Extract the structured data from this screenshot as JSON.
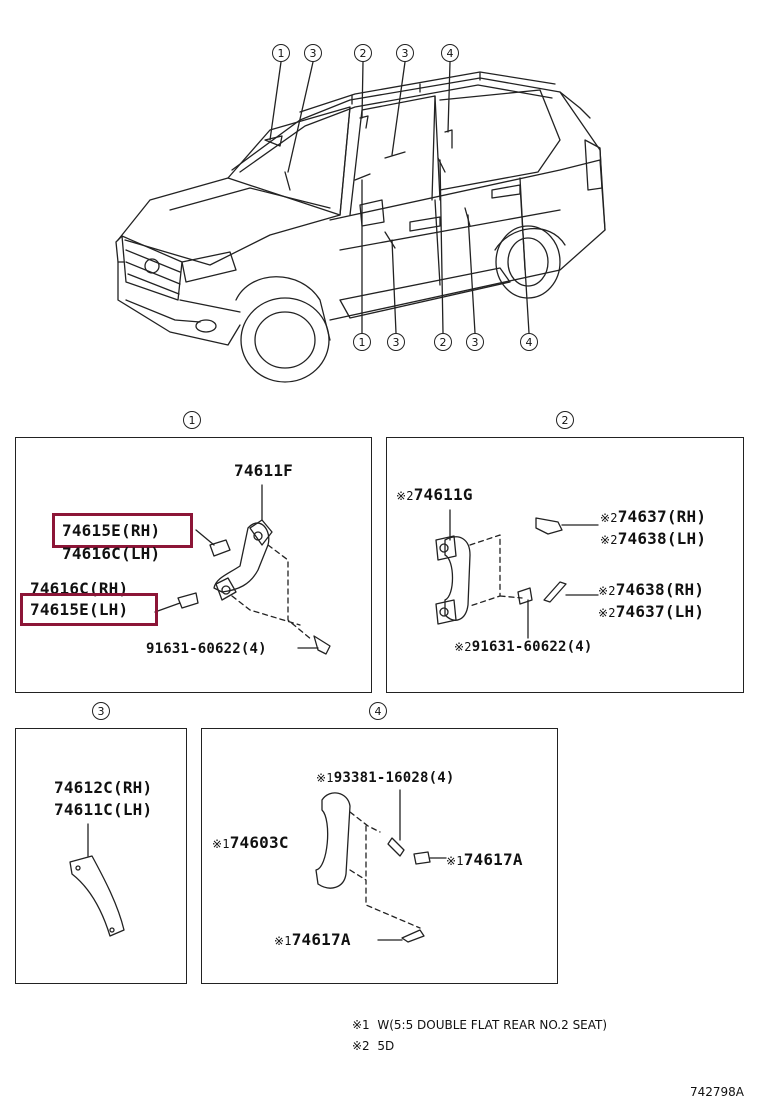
{
  "callouts": [
    "1",
    "3",
    "2",
    "3",
    "4",
    "1",
    "3",
    "2",
    "3",
    "4"
  ],
  "sections": [
    {
      "id": "1",
      "labels": [
        "74611F",
        "74615E(RH)",
        "74616C(LH)",
        "74616C(RH)",
        "74615E(LH)",
        "91631-60622(4)"
      ]
    },
    {
      "id": "2",
      "labels": [
        "74611G",
        "74637(RH)",
        "74638(LH)",
        "74638(RH)",
        "74637(LH)",
        "91631-60622(4)"
      ]
    },
    {
      "id": "3",
      "labels": [
        "74612C(RH)",
        "74611C(LH)"
      ]
    },
    {
      "id": "4",
      "labels": [
        "93381-16028(4)",
        "74603C",
        "74617A",
        "74617A"
      ]
    }
  ],
  "marks": {
    "m1": "※1",
    "m2": "※2"
  },
  "notes": [
    {
      "mark": "※1",
      "text": "W(5:5 DOUBLE FLAT REAR NO.2 SEAT)"
    },
    {
      "mark": "※2",
      "text": "5D"
    }
  ],
  "figure_ref": "742798A",
  "highlight_color": "#8c1537"
}
